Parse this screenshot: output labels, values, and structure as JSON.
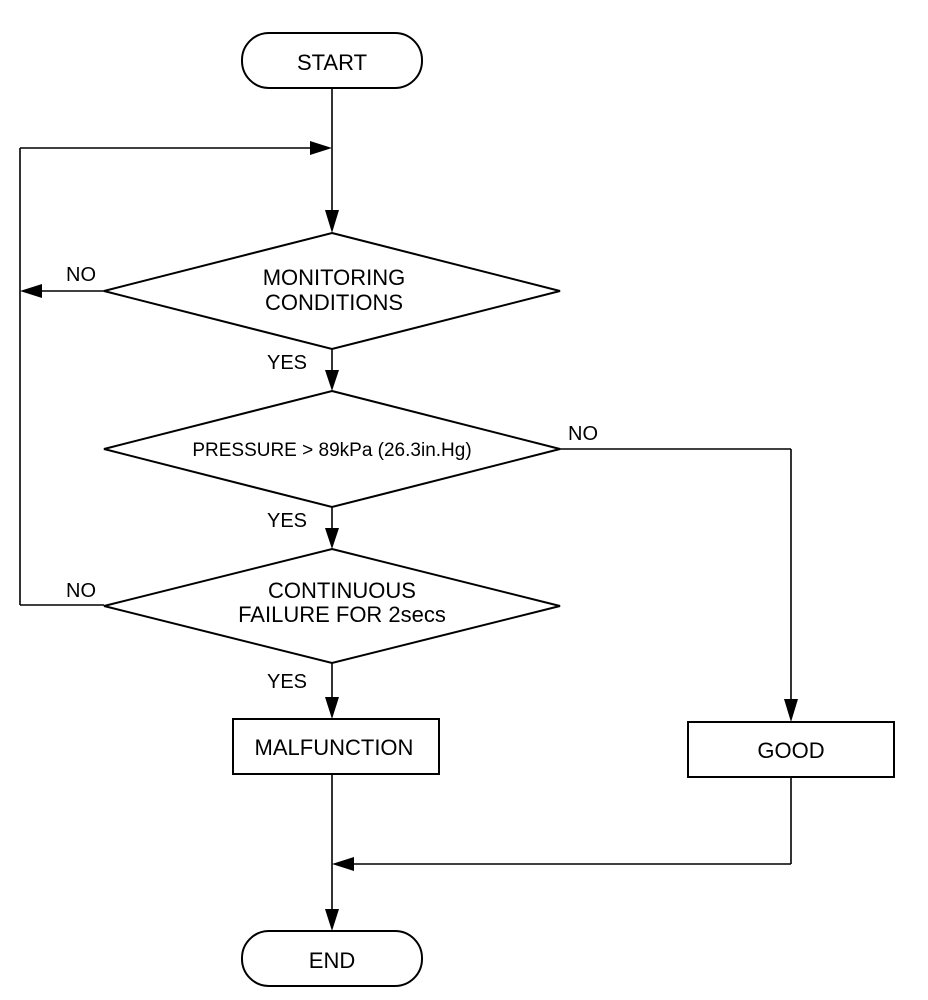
{
  "diagram": {
    "type": "flowchart",
    "nodes": {
      "start": "START",
      "monitoring_line1": "MONITORING",
      "monitoring_line2": "CONDITIONS",
      "pressure": "PRESSURE > 89kPa (26.3in.Hg)",
      "continuous_line1": "CONTINUOUS",
      "continuous_line2": "FAILURE FOR 2secs",
      "malfunction": "MALFUNCTION",
      "good": "GOOD",
      "end": "END"
    },
    "edge_labels": {
      "monitoring_no": "NO",
      "monitoring_yes": "YES",
      "pressure_no": "NO",
      "pressure_yes": "YES",
      "continuous_no": "NO",
      "continuous_yes": "YES"
    }
  }
}
